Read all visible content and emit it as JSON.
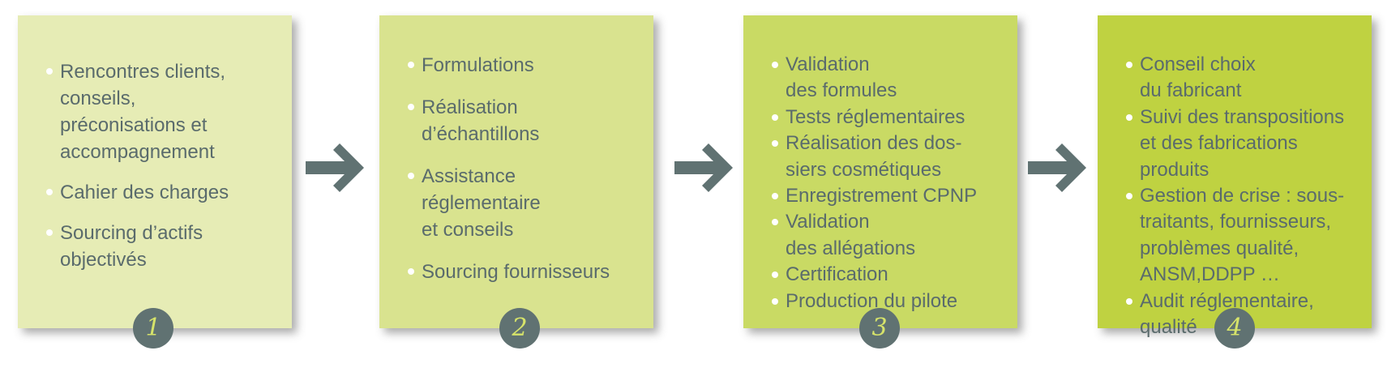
{
  "steps": [
    {
      "number": "1",
      "items": [
        "Rencontres clients,\nconseils,\npréconisations et\naccompagnement",
        "Cahier des charges",
        "Sourcing d’actifs\nobjectivés"
      ]
    },
    {
      "number": "2",
      "items": [
        "Formulations",
        "Réalisation\nd’échantillons",
        "Assistance\nréglementaire\net conseils",
        "Sourcing fournisseurs"
      ]
    },
    {
      "number": "3",
      "items": [
        "Validation\ndes formules",
        "Tests réglementaires",
        "Réalisation des dos-\nsiers cosmétiques",
        "Enregistrement CPNP",
        "Validation\ndes allégations",
        "Certification",
        "Production du pilote"
      ]
    },
    {
      "number": "4",
      "items": [
        "Conseil choix\ndu fabricant",
        "Suivi des transpositions\net des fabrications\nproduits",
        "Gestion de crise : sous-\ntraitants, fournisseurs,\nproblèmes qualité,\nANSM,DDPP …",
        "Audit réglementaire,\nqualité"
      ]
    }
  ],
  "colors": {
    "step1_bg": "#e6ecb5",
    "step2_bg": "#d9e38f",
    "step3_bg": "#c9da64",
    "step4_bg": "#bfd241",
    "arrow": "#607272",
    "badge": "#607272",
    "text": "#5a6b6c"
  },
  "icons": {
    "arrow": "right-arrow-icon"
  }
}
